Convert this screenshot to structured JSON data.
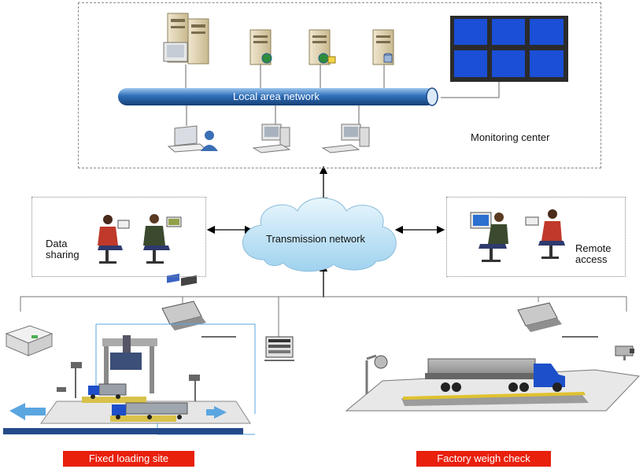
{
  "monitoring_center": {
    "label": "Monitoring center"
  },
  "lan": {
    "label": "Local area network"
  },
  "transmission": {
    "label": "Transmission network"
  },
  "data_sharing": {
    "line1": "Data",
    "line2": "sharing"
  },
  "remote_access": {
    "line1": "Remote",
    "line2": "access"
  },
  "sites": {
    "fixed_loading": "Fixed loading site",
    "factory_weigh": "Factory weigh check"
  },
  "colors": {
    "lan_pipe": "#2f6fb8",
    "cloud": "#bfe3f7",
    "label_red": "#e8200c",
    "screen_blue": "#1a4fd6",
    "truck_blue": "#1c4fc9"
  },
  "icons": [
    "server-icon",
    "database-server-icon",
    "video-wall-icon",
    "laptop-icon",
    "user-icon",
    "desktop-pc-icon",
    "operator-icon",
    "weighing-indicator-icon",
    "printer-icon",
    "camera-icon",
    "truck-icon",
    "arrow-icon"
  ]
}
